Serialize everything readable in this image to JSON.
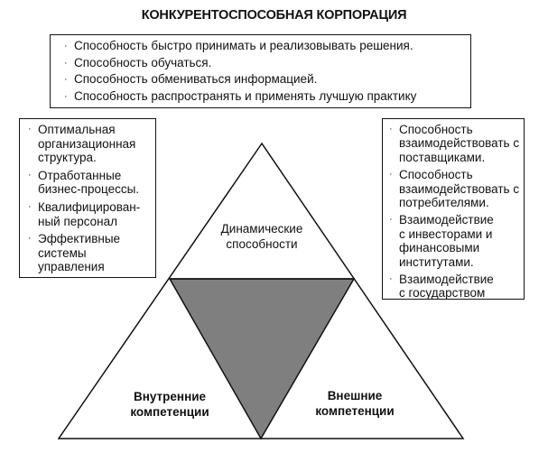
{
  "title": "КОНКУРЕНТОСПОСОБНАЯ КОРПОРАЦИЯ",
  "top_box": {
    "items": [
      "Способность быстро принимать и реализовывать решения.",
      "Способность обучаться.",
      "Способность обмениваться информацией.",
      "Способность распространять и применять лучшую практику"
    ]
  },
  "left_box": {
    "items": [
      "Оптимальная организационная структура.",
      "Отработанные бизнес-процессы.",
      "Квалифицирован-ный персонал",
      "Эффективные системы управления"
    ]
  },
  "right_box": {
    "items": [
      "Способность взаимодействовать с поставщиками.",
      "Способность взаимодействовать с потребителями.",
      "Взаимодействие с инвесторами и финансовыми институтами.",
      "Взаимодействие с государством"
    ]
  },
  "triangle": {
    "top_label_line1": "Динамические",
    "top_label_line2": "способности",
    "left_label_line1": "Внутренние",
    "left_label_line2": "компетенции",
    "right_label_line1": "Внешние",
    "right_label_line2": "компетенции"
  },
  "bullet_glyph": "·",
  "colors": {
    "line": "#111111",
    "center_fill": "#7f7f7f",
    "background": "#ffffff"
  }
}
